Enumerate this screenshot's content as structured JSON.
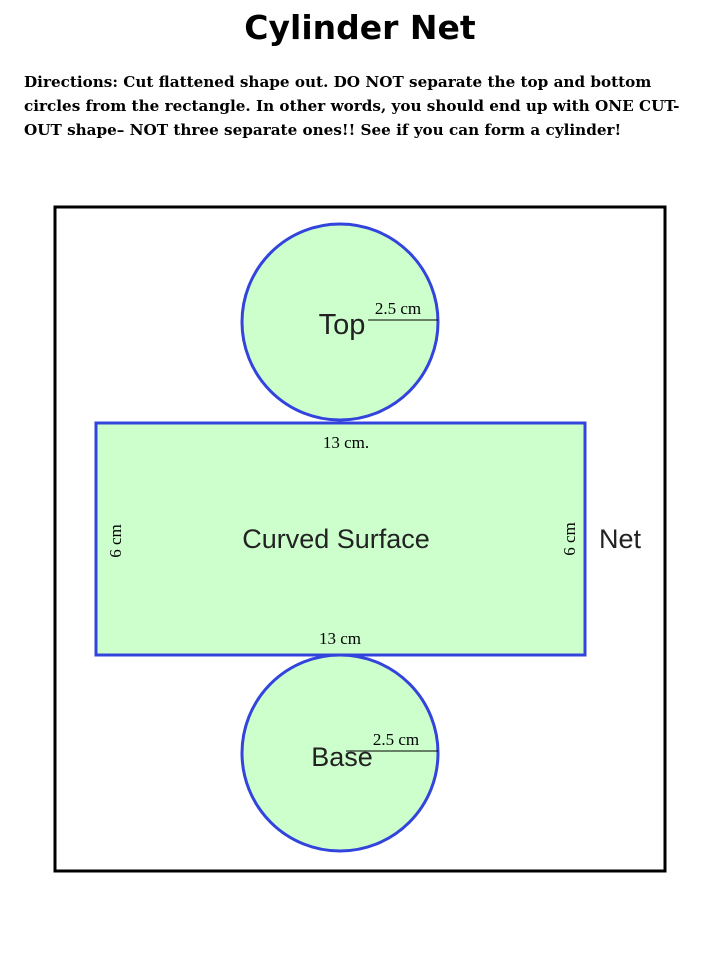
{
  "title": "Cylinder Net",
  "directions": "Directions:  Cut flattened shape out.  DO NOT separate the top and bottom circles from the rectangle.  In other words, you should end up with ONE CUT-OUT shape– NOT three separate ones!!  See if you can form a cylinder!",
  "diagram": {
    "top_label": "Top",
    "top_radius": "2.5 cm",
    "rect_label": "Curved Surface",
    "rect_top_length": "13 cm.",
    "rect_bottom_length": "13 cm",
    "rect_left_height": "6 cm",
    "rect_right_height": "6 cm",
    "net_label": "Net",
    "base_label": "Base",
    "base_radius": "2.5 cm"
  },
  "colors": {
    "fill": "#ccffcc",
    "outline": "#3344dd",
    "frame": "#000000"
  }
}
